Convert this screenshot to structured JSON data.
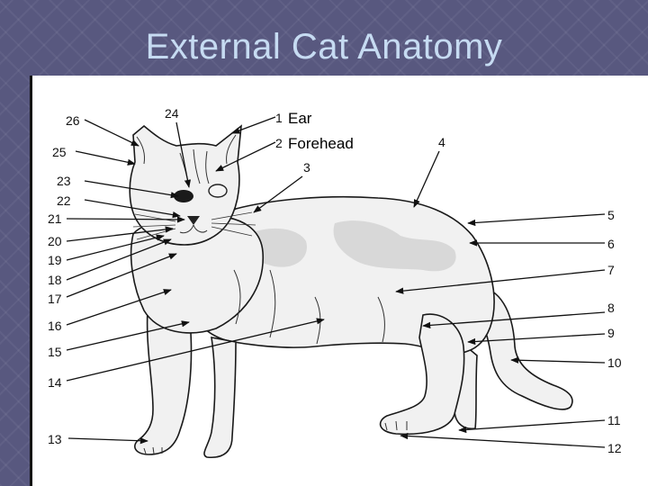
{
  "title": "External Cat Anatomy",
  "labels": {
    "l1": "1",
    "l2": "2",
    "l3": "3",
    "l4": "4",
    "l5": "5",
    "l6": "6",
    "l7": "7",
    "l8": "8",
    "l9": "9",
    "l10": "10",
    "l11": "11",
    "l12": "12",
    "l13": "13",
    "l14": "14",
    "l15": "15",
    "l16": "16",
    "l17": "17",
    "l18": "18",
    "l19": "19",
    "l20": "20",
    "l21": "21",
    "l22": "22",
    "l23": "23",
    "l24": "24",
    "l25": "25",
    "l26": "26",
    "ear": "Ear",
    "forehead": "Forehead"
  }
}
